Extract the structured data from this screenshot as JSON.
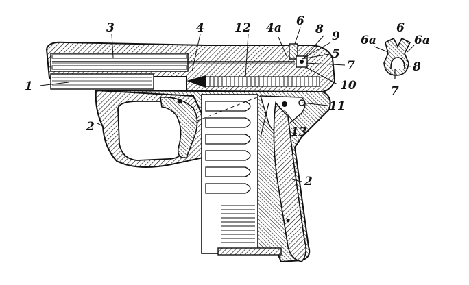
{
  "diagram": {
    "ink": "#111111",
    "paper": "#ffffff",
    "labels": [
      "1",
      "2",
      "2",
      "3",
      "4",
      "4a",
      "5",
      "6",
      "7",
      "8",
      "9",
      "10",
      "11",
      "12",
      "13"
    ],
    "detail_labels": [
      "6",
      "6a",
      "6a",
      "8",
      "7"
    ]
  }
}
